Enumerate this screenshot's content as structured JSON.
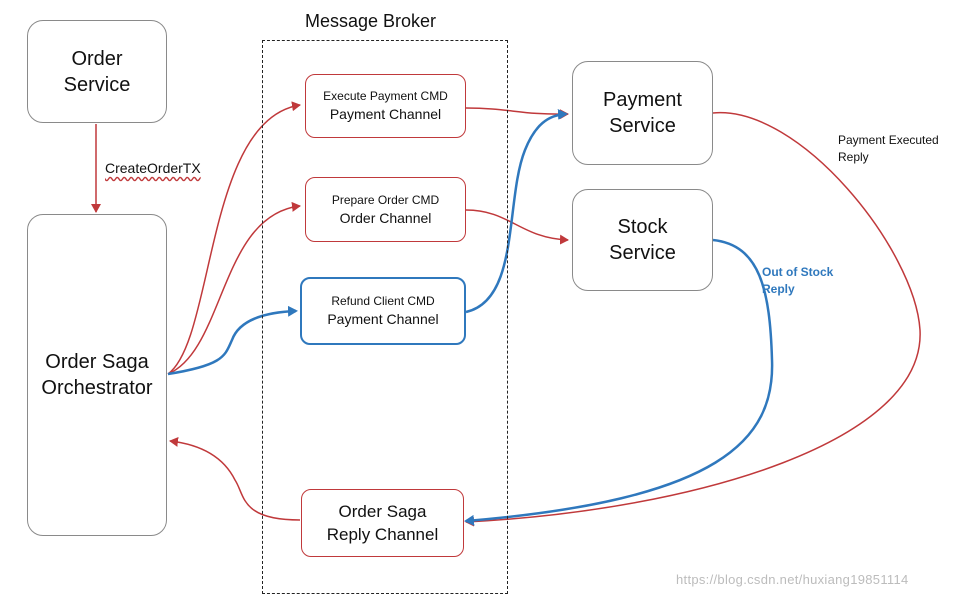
{
  "broker": {
    "title": "Message Broker"
  },
  "services": {
    "order": {
      "line1": "Order",
      "line2": "Service"
    },
    "orchestrator": {
      "line1": "Order Saga",
      "line2": "Orchestrator"
    },
    "payment": {
      "line1": "Payment",
      "line2": "Service"
    },
    "stock": {
      "line1": "Stock",
      "line2": "Service"
    }
  },
  "channels": {
    "execute_payment": {
      "command": "Execute Payment CMD",
      "channel": "Payment Channel"
    },
    "prepare_order": {
      "command": "Prepare Order CMD",
      "channel": "Order Channel"
    },
    "refund_client": {
      "command": "Refund Client CMD",
      "channel": "Payment Channel"
    },
    "reply": {
      "line1": "Order Saga",
      "line2": "Reply Channel"
    }
  },
  "edge_labels": {
    "create_order": "CreateOrderTX",
    "payment_executed": {
      "line1": "Payment Executed",
      "line2": "Reply"
    },
    "out_of_stock": {
      "line1": "Out of Stock",
      "line2": "Reply"
    }
  },
  "colors": {
    "red": "#c0393b",
    "blue": "#2f78bd",
    "box_border": "#8a8a8a"
  },
  "watermark": "https://blog.csdn.net/huxiang19851114"
}
